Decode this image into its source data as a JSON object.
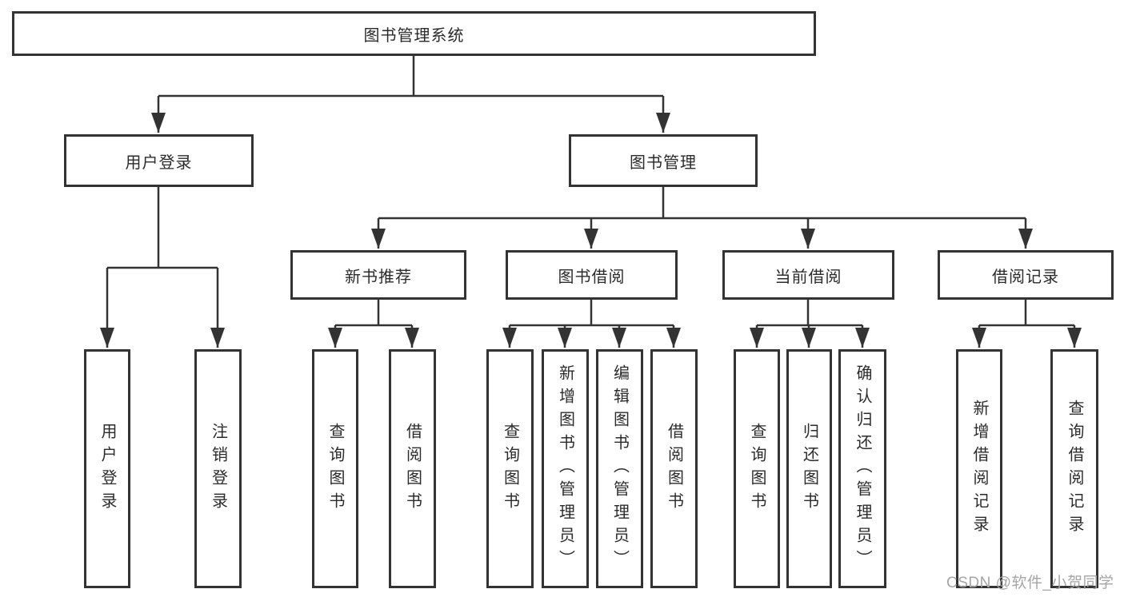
{
  "diagram": {
    "root": {
      "label": "图书管理系统"
    },
    "branches": [
      {
        "label": "用户登录",
        "children": [
          {
            "label": "用户登录"
          },
          {
            "label": "注销登录"
          }
        ]
      },
      {
        "label": "图书管理",
        "children": [
          {
            "label": "新书推荐",
            "children": [
              {
                "label": "查询图书"
              },
              {
                "label": "借阅图书"
              }
            ]
          },
          {
            "label": "图书借阅",
            "children": [
              {
                "label": "查询图书"
              },
              {
                "label": "新增图书（管理员）"
              },
              {
                "label": "编辑图书（管理员）"
              },
              {
                "label": "借阅图书"
              }
            ]
          },
          {
            "label": "当前借阅",
            "children": [
              {
                "label": "查询图书"
              },
              {
                "label": "归还图书"
              },
              {
                "label": "确认归还（管理员）"
              }
            ]
          },
          {
            "label": "借阅记录",
            "children": [
              {
                "label": "新增借阅记录"
              },
              {
                "label": "查询借阅记录"
              }
            ]
          }
        ]
      }
    ]
  },
  "watermark": {
    "text": "CSDN @软件_小贺同学"
  },
  "colors": {
    "line": "#333333",
    "box_border": "#333333",
    "text": "#2b2b2b",
    "background": "#ffffff",
    "watermark": "#a5a5a5"
  }
}
